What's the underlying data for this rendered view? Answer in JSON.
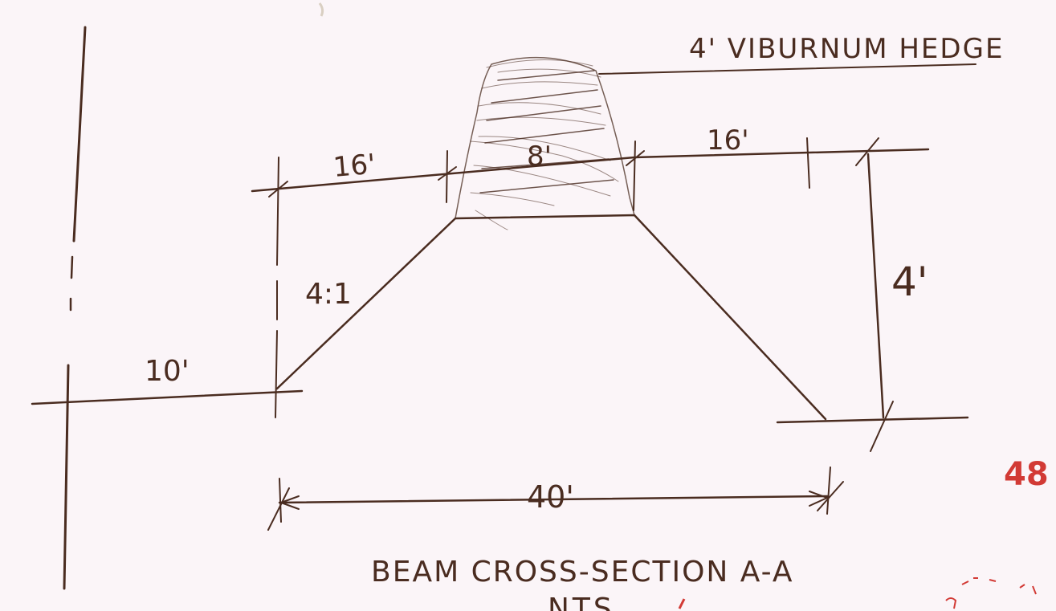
{
  "labels": {
    "hedge": "4' VIBURNUM HEDGE",
    "top_width": "8'",
    "left_offset": "16'",
    "right_offset": "16'",
    "slope": "4:1",
    "height": "4'",
    "left_setback": "10'",
    "base_width": "40'",
    "title": "BEAM CROSS-SECTION A-A",
    "scale_note": "NTS",
    "sheet_mark": "48"
  },
  "colors": {
    "paper": "#fbf5f8",
    "ink": "#4a2c20",
    "marker": "#d23a35"
  }
}
